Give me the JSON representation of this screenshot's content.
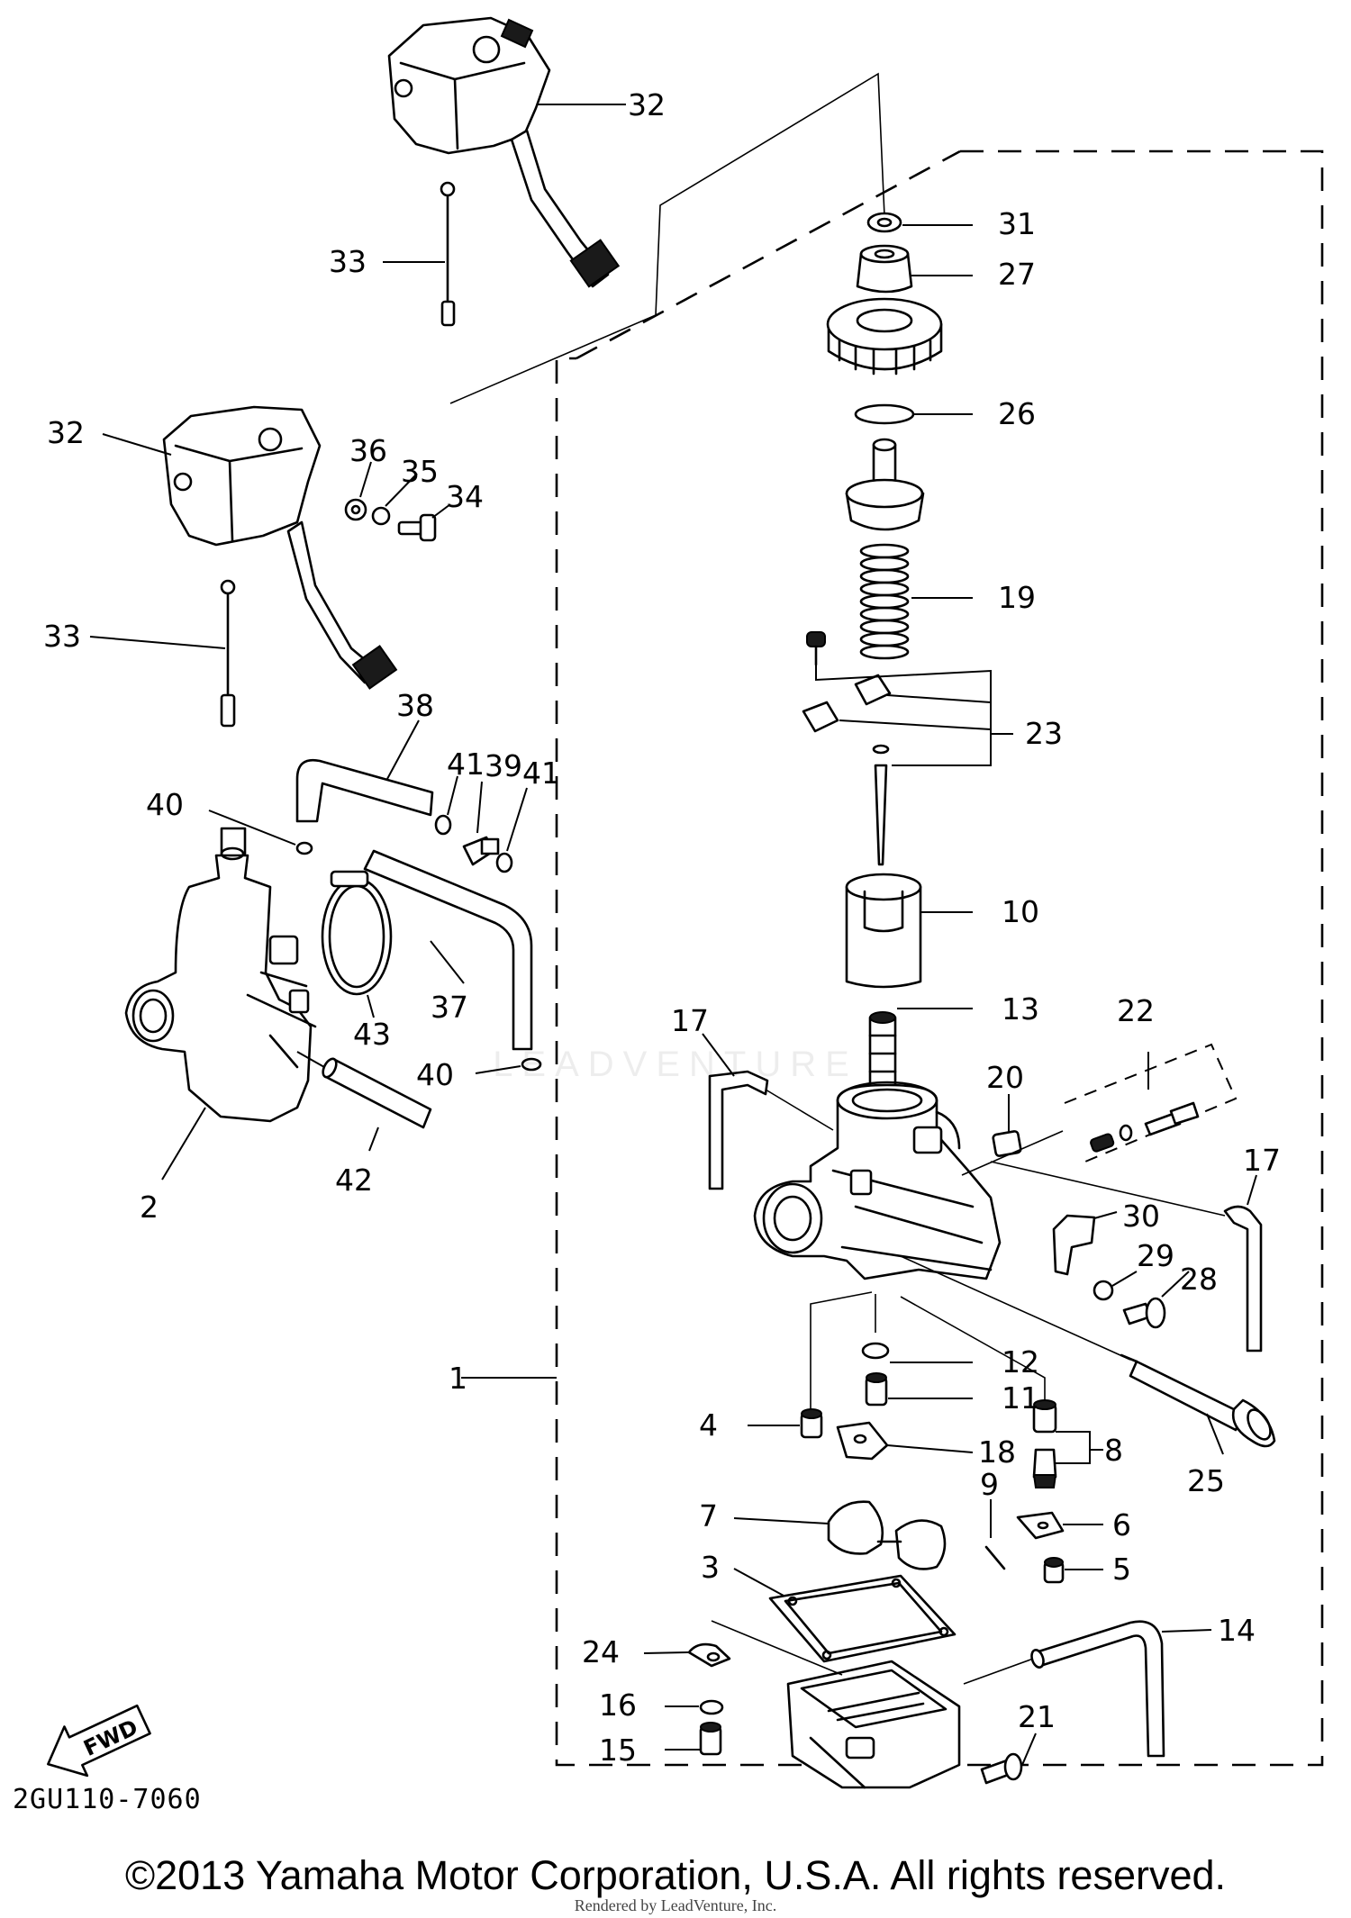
{
  "diagram": {
    "callouts": [
      "32",
      "33",
      "32",
      "36",
      "35",
      "34",
      "33",
      "38",
      "41",
      "39",
      "41",
      "40",
      "43",
      "37",
      "2",
      "42",
      "40",
      "31",
      "27",
      "26",
      "19",
      "23",
      "10",
      "13",
      "17",
      "22",
      "20",
      "17",
      "30",
      "29",
      "28",
      "12",
      "11",
      "4",
      "18",
      "8",
      "25",
      "9",
      "7",
      "6",
      "3",
      "5",
      "14",
      "24",
      "16",
      "15",
      "21",
      "1"
    ],
    "fwd_label": "FWD",
    "drawing_code": "2GU110-7060",
    "copyright": "©2013 Yamaha Motor Corporation, U.S.A. All rights reserved.",
    "rendered_by": "Rendered by LeadVenture, Inc.",
    "watermark": "LEADVENTURE"
  }
}
